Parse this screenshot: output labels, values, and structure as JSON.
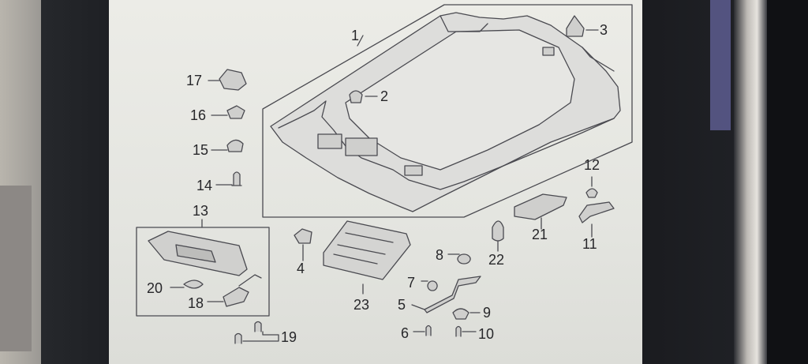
{
  "callouts": {
    "p1": "1",
    "p2": "2",
    "p3": "3",
    "p4": "4",
    "p5": "5",
    "p6": "6",
    "p7": "7",
    "p8": "8",
    "p9": "9",
    "p10": "10",
    "p11": "11",
    "p12": "12",
    "p13": "13",
    "p14": "14",
    "p15": "15",
    "p16": "16",
    "p17": "17",
    "p18": "18",
    "p19": "19",
    "p20": "20",
    "p21": "21",
    "p22": "22",
    "p23": "23"
  },
  "colors": {
    "line": "#4a4a50",
    "screen": "#e8e8e3",
    "part_fill": "#d4d4d2",
    "part_fill_dark": "#b9b9b8"
  }
}
